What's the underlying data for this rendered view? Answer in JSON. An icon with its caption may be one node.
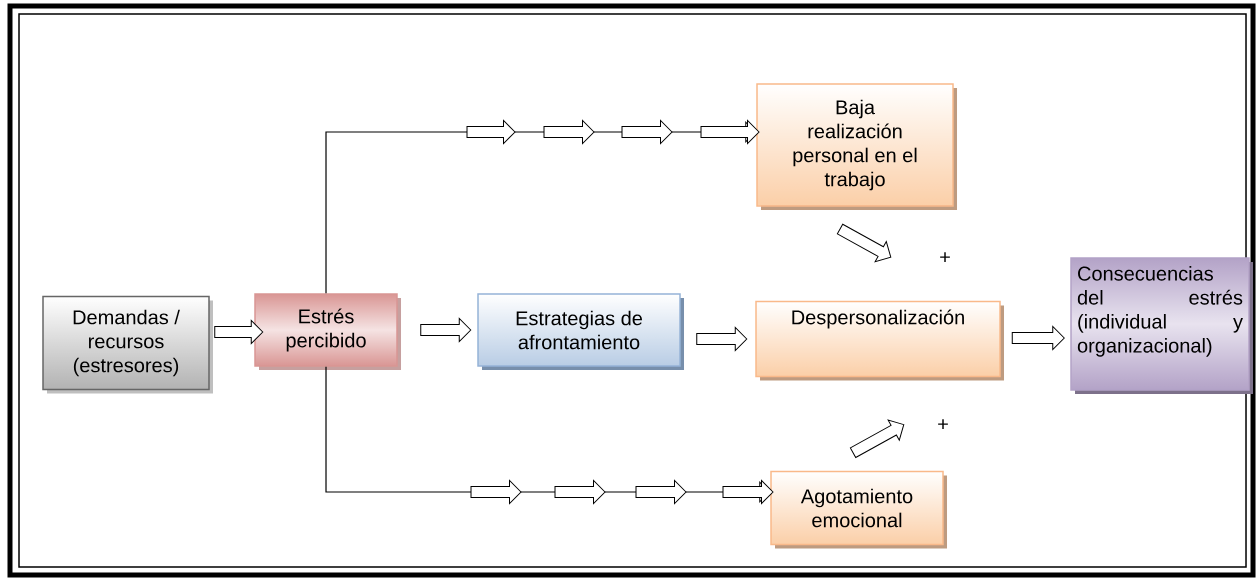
{
  "diagram": {
    "nodes": [
      {
        "text": [
          "Demandas / recursos (estresores)"
        ]
      },
      {
        "text": [
          "Estrés percibido"
        ]
      },
      {
        "text": [
          "Estrategias de afrontamiento"
        ]
      },
      {
        "text": [
          "Baja realización personal en el trabajo"
        ]
      },
      {
        "text": [
          "Despersonalización"
        ]
      },
      {
        "text": [
          "Agotamiento emocional"
        ]
      },
      {
        "text": [
          "Consecuencias del estrés (individual y organizacional)"
        ]
      }
    ],
    "edges": [
      {
        "from": 0,
        "to": 1,
        "arrow": "to"
      },
      {
        "from": 1,
        "to": 2,
        "arrow": "to"
      },
      {
        "from": 2,
        "to": 4,
        "arrow": "to"
      },
      {
        "from": 4,
        "to": 6,
        "arrow": "to"
      },
      {
        "from": 1,
        "to": 3,
        "arrow": "to"
      },
      {
        "from": 1,
        "to": 5,
        "arrow": "to"
      },
      {
        "from": 3,
        "to": 4,
        "arrow": "to"
      },
      {
        "from": 5,
        "to": 4,
        "arrow": "to"
      }
    ],
    "labels": [
      "+",
      "+"
    ]
  }
}
